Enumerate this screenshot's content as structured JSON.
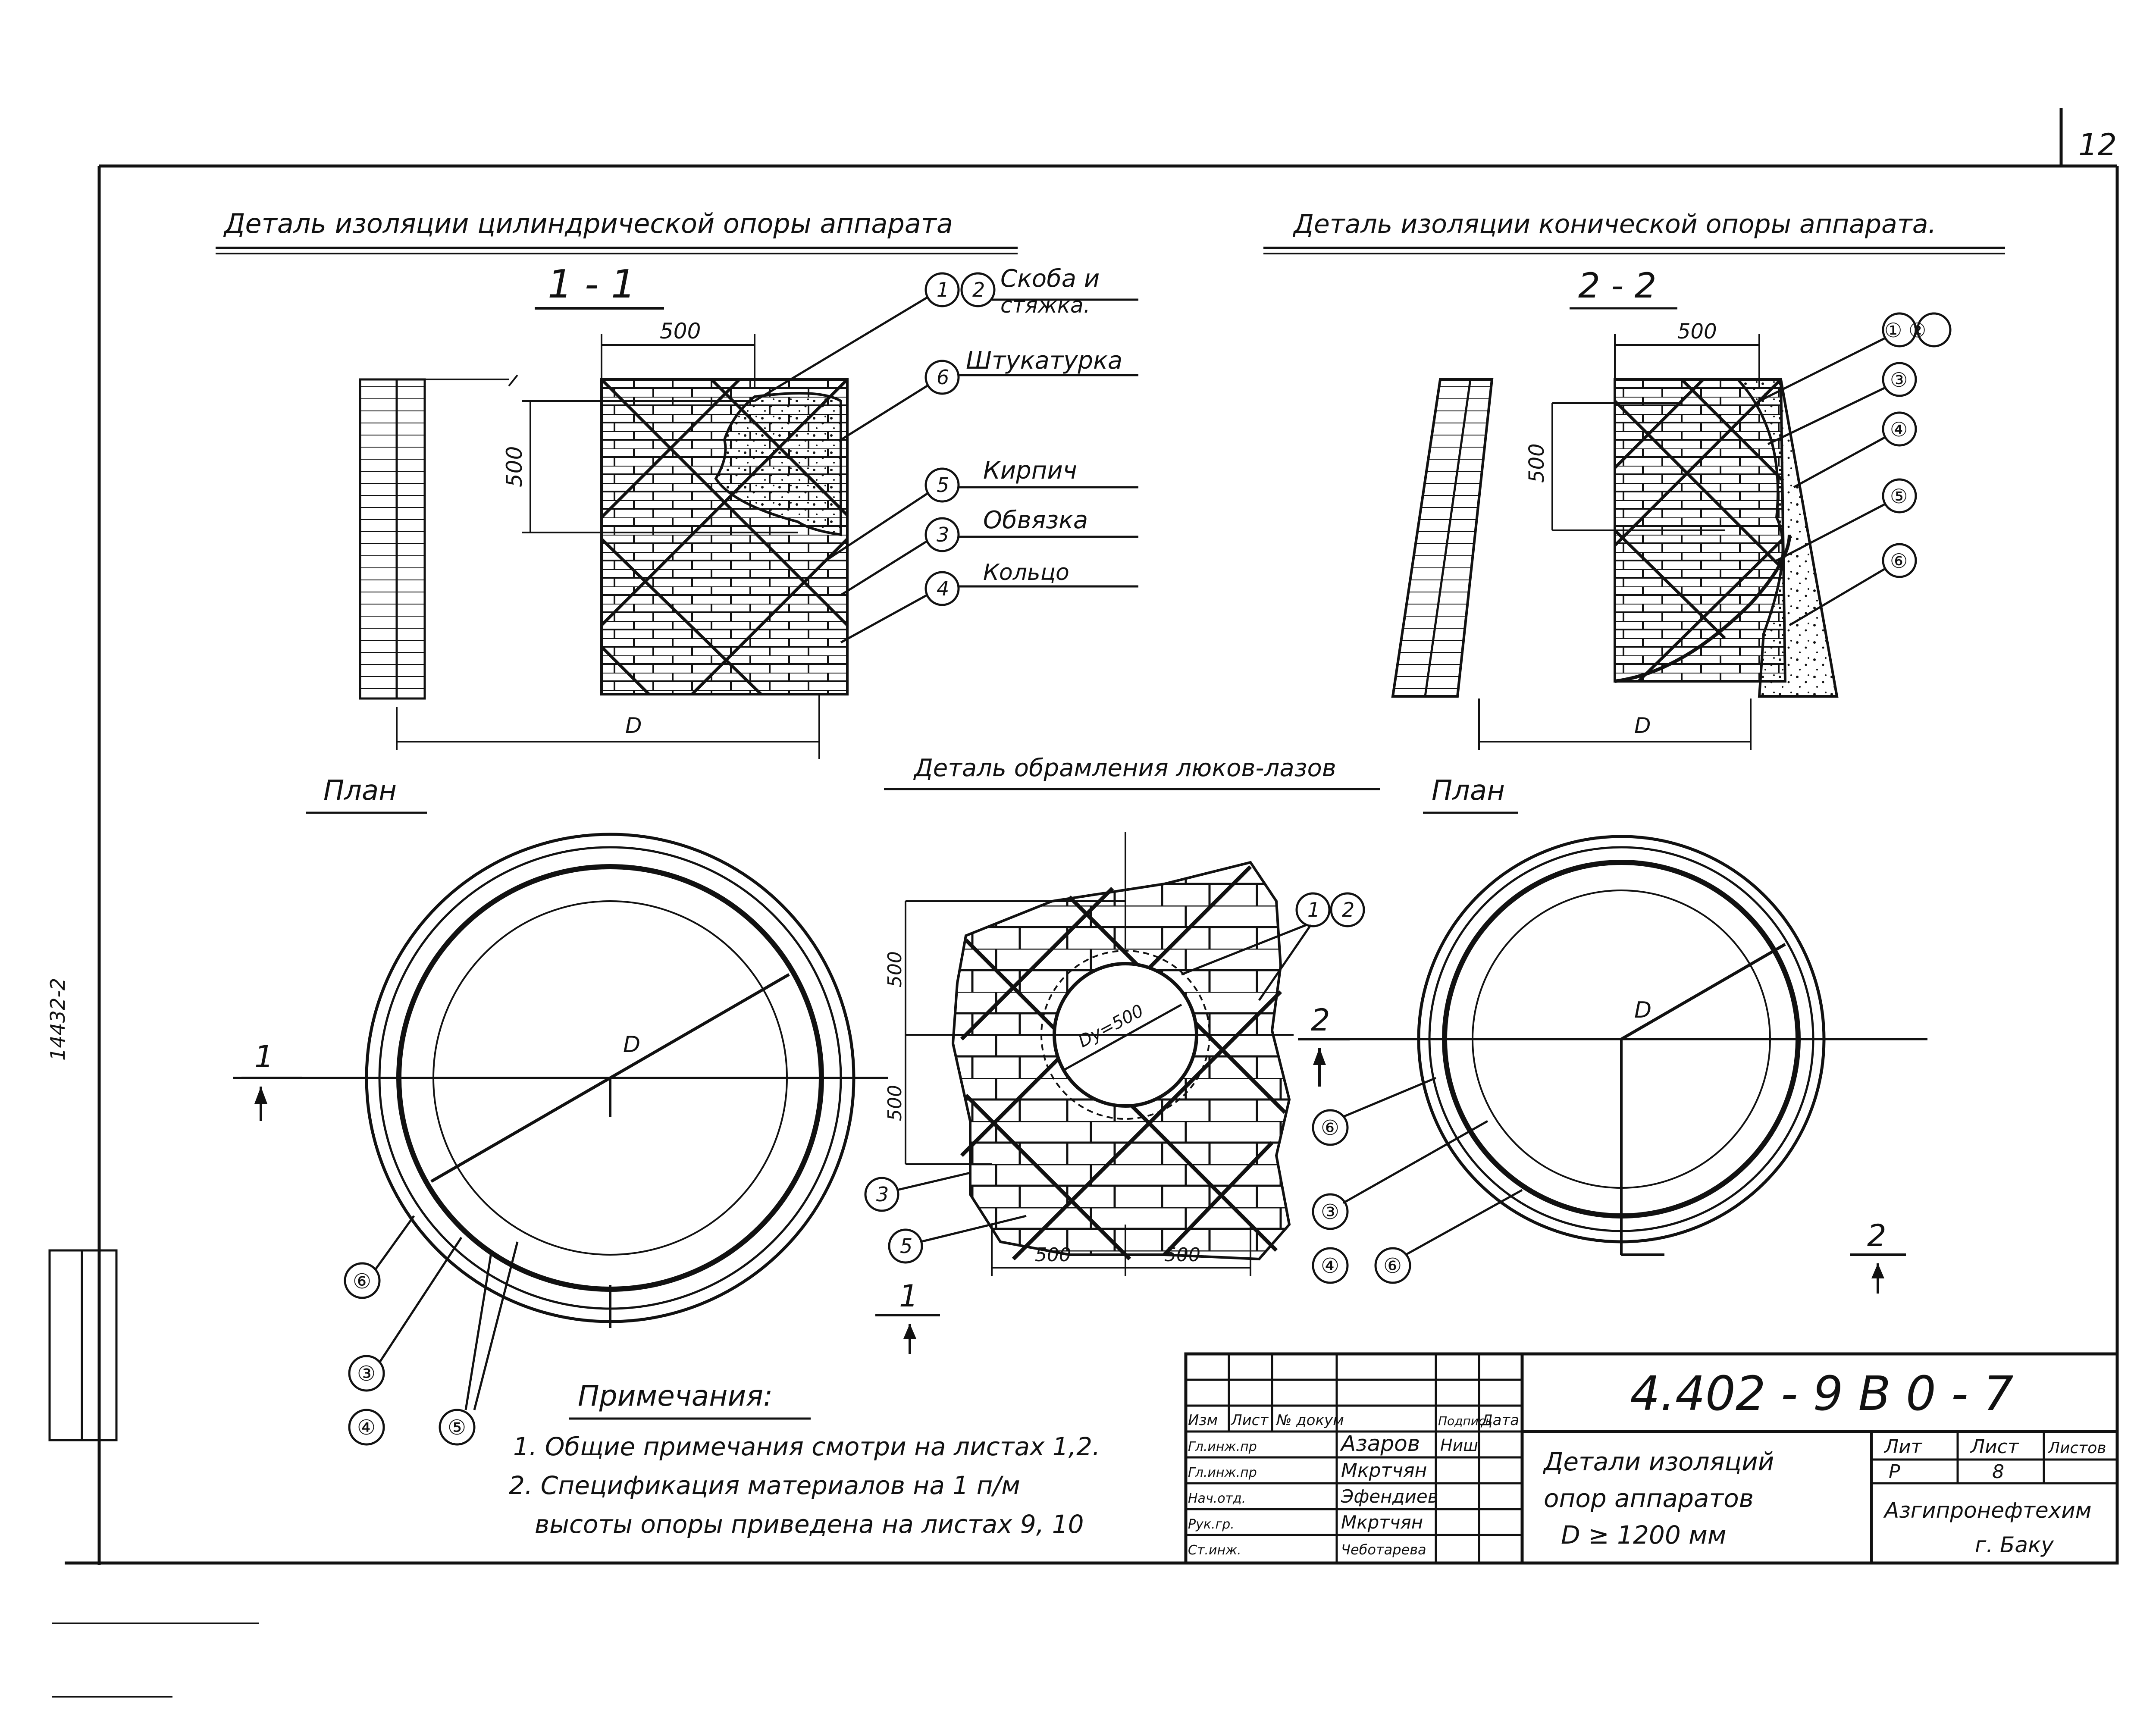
{
  "sheet": {
    "sheet_number": "12",
    "side_stamp": "14432-2"
  },
  "cylindrical": {
    "title": "Деталь изоляции цилиндрической опоры аппарата",
    "section": "1 - 1",
    "dim_500_h": "500",
    "dim_500_v": "500",
    "dim_D": "D",
    "plan_label": "План",
    "plan_dim_D": "D",
    "callouts": [
      {
        "nums": "① ②",
        "text": "Скоба и",
        "text2": "стяжка."
      },
      {
        "nums": "⑥",
        "text": "Штукатурка"
      },
      {
        "nums": "⑤",
        "text": "Кирпич"
      },
      {
        "nums": "③",
        "text": "Обвязка"
      },
      {
        "nums": "④",
        "text": "Кольцо"
      }
    ],
    "plan_marks": [
      "⑥",
      "③",
      "④",
      "⑤"
    ],
    "section_mark": "1"
  },
  "conical": {
    "title": "Деталь изоляции конической опоры аппарата.",
    "section": "2 - 2",
    "dim_500_h": "500",
    "dim_500_v": "500",
    "dim_D": "D",
    "plan_label": "План",
    "plan_dim_D": "D",
    "callouts": [
      "① ②",
      "③",
      "④",
      "⑤",
      "⑥"
    ],
    "plan_marks": [
      "⑥",
      "③",
      "④",
      "⑥"
    ],
    "section_mark_left": "2",
    "section_mark_right": "2"
  },
  "hatch": {
    "title": "Деталь обрамления люков-лазов",
    "dy": "Dy=500",
    "dim_500_v1": "500",
    "dim_500_v2": "500",
    "dim_500_h1": "500",
    "dim_500_h2": "500",
    "callout_12": "① ②",
    "callout_3": "③",
    "callout_5": "⑤",
    "section_mark": "1"
  },
  "notes": {
    "title": "Примечания:",
    "n1": "1. Общие примечания смотри на листах 1,2.",
    "n2a": "2. Спецификация материалов на 1 п/м",
    "n2b": "высоты опоры приведена на листах 9, 10"
  },
  "title_block": {
    "code": "4.402 - 9 В 0 - 7",
    "header_cells": [
      "Изм",
      "Лист",
      "№ докум",
      "Подпись",
      "Дата"
    ],
    "rows": [
      {
        "role": "Гл.инж.пр",
        "name": "Азаров",
        "sign": "Ниш"
      },
      {
        "role": "Гл.инж.пр",
        "name": "Мкртчян",
        "sign": ""
      },
      {
        "role": "Нач.отд.",
        "name": "Эфендиев",
        "sign": ""
      },
      {
        "role": "Рук.гр.",
        "name": "Мкртчян",
        "sign": ""
      },
      {
        "role": "Ст.инж.",
        "name": "Чеботарева",
        "sign": ""
      }
    ],
    "desc_1": "Детали изоляций",
    "desc_2": "опор аппаратов",
    "desc_3": "D ≥ 1200 мм",
    "lit_label": "Лит",
    "sheet_label": "Лист",
    "sheets_label": "Листов",
    "lit_value": "Р",
    "sheet_value": "8",
    "org_1": "Азгипронефтехим",
    "org_2": "г. Баку"
  }
}
